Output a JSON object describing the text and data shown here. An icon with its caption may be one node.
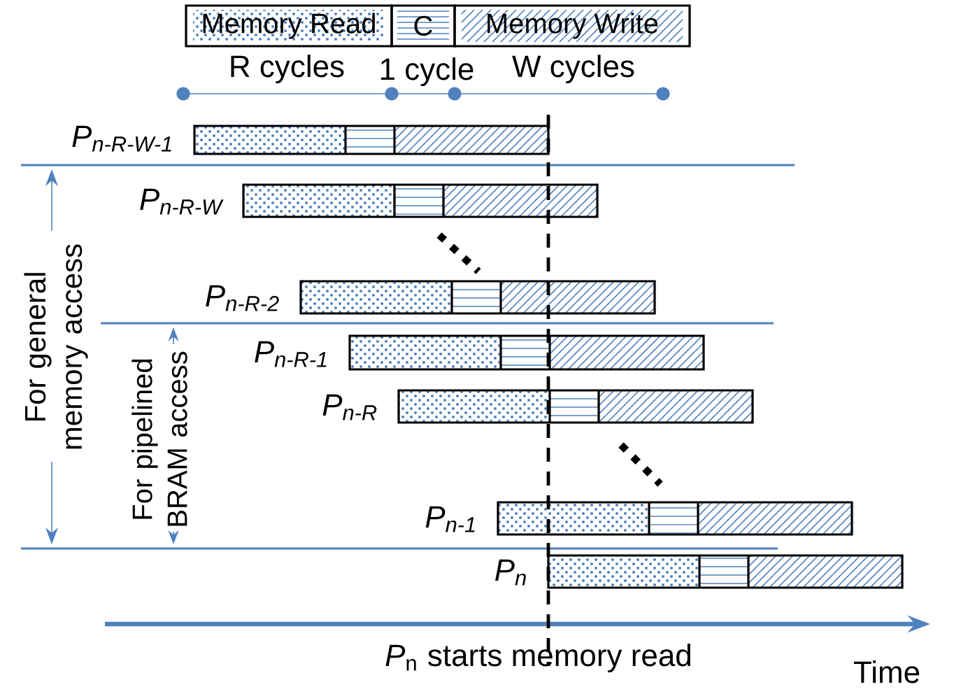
{
  "diagram": {
    "nodes": [
      {
        "text": [
          "Memory Read"
        ]
      },
      {
        "text": [
          "C"
        ]
      },
      {
        "text": [
          "Memory Write"
        ]
      },
      {
        "text": [],
        "shape": "bar",
        "beside": [
          "P$_{n-R-W-1}$"
        ]
      },
      {
        "text": [],
        "shape": "bar",
        "beside": [
          "P$_{n-R-W}$"
        ]
      },
      {
        "text": [],
        "shape": "bar",
        "beside": [
          "P$_{n-R-2}$"
        ]
      },
      {
        "text": [],
        "shape": "bar",
        "beside": [
          "P$_{n-R-1}$"
        ]
      },
      {
        "text": [],
        "shape": "bar",
        "beside": [
          "P$_{n-R}$"
        ]
      },
      {
        "text": [],
        "shape": "bar",
        "beside": [
          "P$_{n-1}$"
        ]
      },
      {
        "text": [],
        "shape": "bar",
        "beside": [
          "P$_{n}$"
        ]
      }
    ],
    "edges": [],
    "labels": [
      "R cycles",
      "1 cycle",
      "W cycles",
      "For general memory access",
      "For pipelined BRAM access",
      "*P*$_{n}$ starts memory read",
      "Time"
    ]
  }
}
